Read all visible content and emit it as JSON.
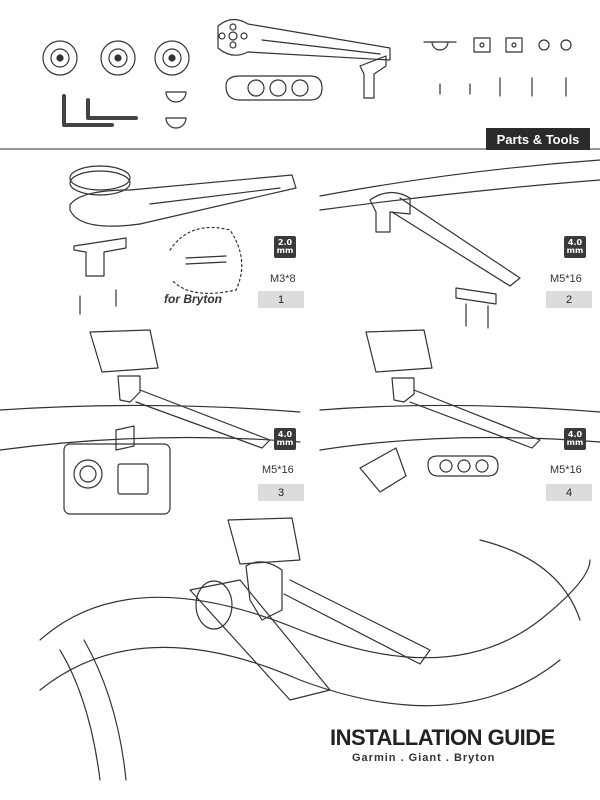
{
  "header": {
    "parts_tools_label": "Parts & Tools"
  },
  "steps": [
    {
      "tool": [
        "2.0",
        "mm"
      ],
      "spec": "M3*8",
      "number": "1"
    },
    {
      "tool": [
        "4.0",
        "mm"
      ],
      "spec": "M5*16",
      "number": "2"
    },
    {
      "tool": [
        "4.0",
        "mm"
      ],
      "spec": "M5*16",
      "number": "3"
    },
    {
      "tool": [
        "4.0",
        "mm"
      ],
      "spec": "M5*16",
      "number": "4"
    }
  ],
  "step1": {
    "bryton_label": "for Bryton"
  },
  "footer": {
    "title": "INSTALLATION GUIDE",
    "subtitle": "Garmin . Giant . Bryton"
  }
}
